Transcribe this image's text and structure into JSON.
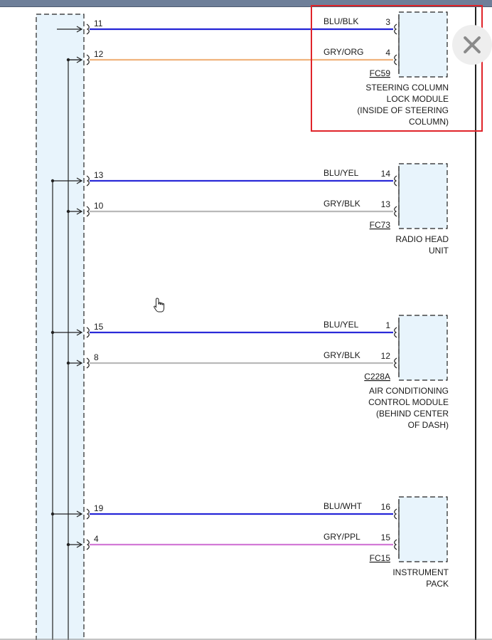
{
  "colors": {
    "highlight": "#e0242a",
    "connector_fill": "#e8f4fc",
    "BLU/BLK": "#2323d6",
    "GRY/ORG": "#f0b37e",
    "BLU/YEL": "#2a2ad8",
    "GRY/BLK": "#b9b9b9",
    "BLU/WHT": "#2626d8",
    "GRY/PPL": "#d27ad6"
  },
  "icons": {
    "close": "close-icon",
    "pointer": "hand-pointer-icon"
  },
  "groups": [
    {
      "connector_id": "FC59",
      "module_label": [
        "STEERING COLUMN",
        "LOCK MODULE",
        "(INSIDE OF STEERING",
        "COLUMN)"
      ],
      "highlighted": true,
      "wires": [
        {
          "left_pin": "11",
          "color_code": "BLU/BLK",
          "right_pin": "3"
        },
        {
          "left_pin": "12",
          "color_code": "GRY/ORG",
          "right_pin": "4"
        }
      ]
    },
    {
      "connector_id": "FC73",
      "module_label": [
        "RADIO HEAD",
        "UNIT"
      ],
      "highlighted": false,
      "wires": [
        {
          "left_pin": "13",
          "color_code": "BLU/YEL",
          "right_pin": "14"
        },
        {
          "left_pin": "10",
          "color_code": "GRY/BLK",
          "right_pin": "13"
        }
      ]
    },
    {
      "connector_id": "C228A",
      "module_label": [
        "AIR CONDITIONING",
        "CONTROL MODULE",
        "(BEHIND CENTER",
        "OF DASH)"
      ],
      "highlighted": false,
      "wires": [
        {
          "left_pin": "15",
          "color_code": "BLU/YEL",
          "right_pin": "1"
        },
        {
          "left_pin": "8",
          "color_code": "GRY/BLK",
          "right_pin": "12"
        }
      ]
    },
    {
      "connector_id": "FC15",
      "module_label": [
        "INSTRUMENT",
        "PACK"
      ],
      "highlighted": false,
      "wires": [
        {
          "left_pin": "19",
          "color_code": "BLU/WHT",
          "right_pin": "16"
        },
        {
          "left_pin": "4",
          "color_code": "GRY/PPL",
          "right_pin": "15"
        }
      ]
    }
  ]
}
